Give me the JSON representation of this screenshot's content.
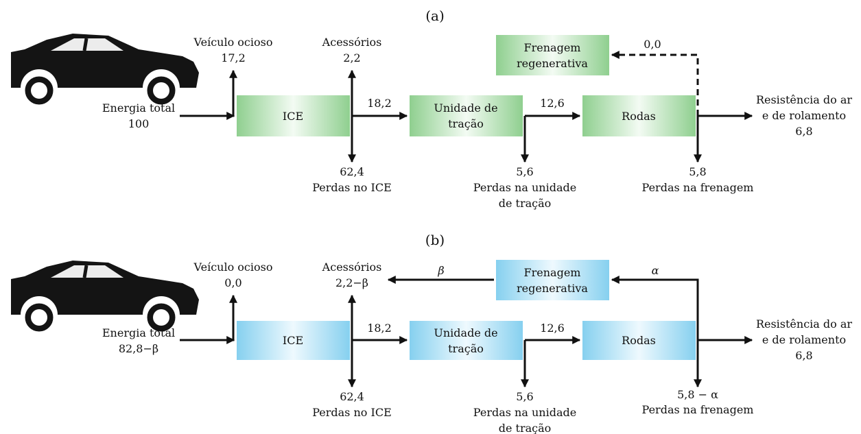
{
  "panel_a": {
    "label": "(a)",
    "colors": {
      "box_edge": "#8fcf8f",
      "box_center": "#f3fbf3"
    },
    "energia_total": {
      "title": "Energia total",
      "value": "100"
    },
    "veiculo_ocioso": {
      "title": "Veículo ocioso",
      "value": "17,2"
    },
    "acessorios": {
      "title": "Acessórios",
      "value": "2,2"
    },
    "ice_box": "ICE",
    "tracao_box": [
      "Unidade de",
      "tração"
    ],
    "rodas_box": "Rodas",
    "frenagem_box": [
      "Frenagem",
      "regenerativa"
    ],
    "flow_ice_tracao": "18,2",
    "flow_tracao_rodas": "12,6",
    "flow_regen": "0,0",
    "perdas_ice": {
      "value": "62,4",
      "title": "Perdas no ICE"
    },
    "perdas_tracao": {
      "value": "5,6",
      "title": [
        "Perdas na unidade",
        "de tração"
      ]
    },
    "perdas_frenagem": {
      "value": "5,8",
      "title": "Perdas na frenagem"
    },
    "resistencia": {
      "title": [
        "Resistência do ar",
        "e de rolamento"
      ],
      "value": "6,8"
    }
  },
  "panel_b": {
    "label": "(b)",
    "colors": {
      "box_edge": "#86d0ef",
      "box_center": "#eef9fe"
    },
    "energia_total": {
      "title": "Energia total",
      "value": "82,8−",
      "value_sym": "β"
    },
    "veiculo_ocioso": {
      "title": "Veículo ocioso",
      "value": "0,0"
    },
    "acessorios": {
      "title": "Acessórios",
      "value": "2,2−",
      "value_sym": "β"
    },
    "ice_box": "ICE",
    "tracao_box": [
      "Unidade de",
      "tração"
    ],
    "rodas_box": "Rodas",
    "frenagem_box": [
      "Frenagem",
      "regenerativa"
    ],
    "flow_ice_tracao": "18,2",
    "flow_tracao_rodas": "12,6",
    "flow_regen_in": "α",
    "flow_regen_out": "β",
    "perdas_ice": {
      "value": "62,4",
      "title": "Perdas no ICE"
    },
    "perdas_tracao": {
      "value": "5,6",
      "title": [
        "Perdas na unidade",
        "de tração"
      ]
    },
    "perdas_frenagem": {
      "value": "5,8 − ",
      "value_sym": "α",
      "title": "Perdas na frenagem"
    },
    "resistencia": {
      "title": [
        "Resistência do ar",
        "e de rolamento"
      ],
      "value": "6,8"
    }
  },
  "car_icon": "car-silhouette-icon"
}
